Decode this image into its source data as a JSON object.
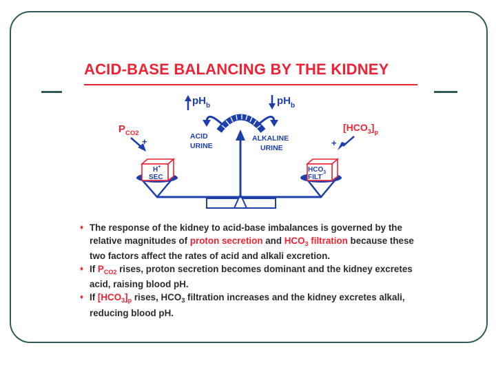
{
  "title": "ACID-BASE BALANCING BY THE KIDNEY",
  "diagram": {
    "ph_left": "pH",
    "ph_left_sub": "b",
    "ph_right": "pH",
    "ph_right_sub": "b",
    "pco2_main": "P",
    "pco2_sub": "CO2",
    "hco3_main": "[HCO",
    "hco3_sub": "3",
    "hco3_close": "]",
    "hco3_sub2": "p",
    "plus": "+",
    "acid_urine_line1": "ACID",
    "acid_urine_line2": "URINE",
    "alkaline_urine_line1": "ALKALINE",
    "alkaline_urine_line2": "URINE",
    "left_box_line1": "H",
    "left_box_sup": "+",
    "left_box_line2": "SEC",
    "right_box_line1": "HCO",
    "right_box_sub": "3",
    "right_box_line2": "FILT",
    "right_box_sup": "-"
  },
  "bullets": [
    {
      "p1": "The response of the kidney to acid-base imbalances is governed by the relative magnitudes of ",
      "r1": "proton secretion",
      "p2": " and ",
      "r2": "HCO",
      "r2sub": "3",
      "r3": " filtration",
      "p3": " because these two factors affect the rates of acid and alkali excretion."
    },
    {
      "p1": "If ",
      "r1": "P",
      "r1sub": "CO2",
      "p2": " rises, proton secretion becomes dominant and the kidney excretes acid, raising blood pH."
    },
    {
      "p1": "If ",
      "r1": "[HCO",
      "r1sub": "3",
      "r2": "]",
      "r2sub": "p",
      "p2": " rises, HCO",
      "p2sub": "3",
      "p3": " filtration increases and the kidney excretes alkali, reducing blood pH."
    }
  ],
  "colors": {
    "accent_red": "#ee2233",
    "diagram_blue": "#1c3fae",
    "frame_teal": "#2f5a5a"
  }
}
